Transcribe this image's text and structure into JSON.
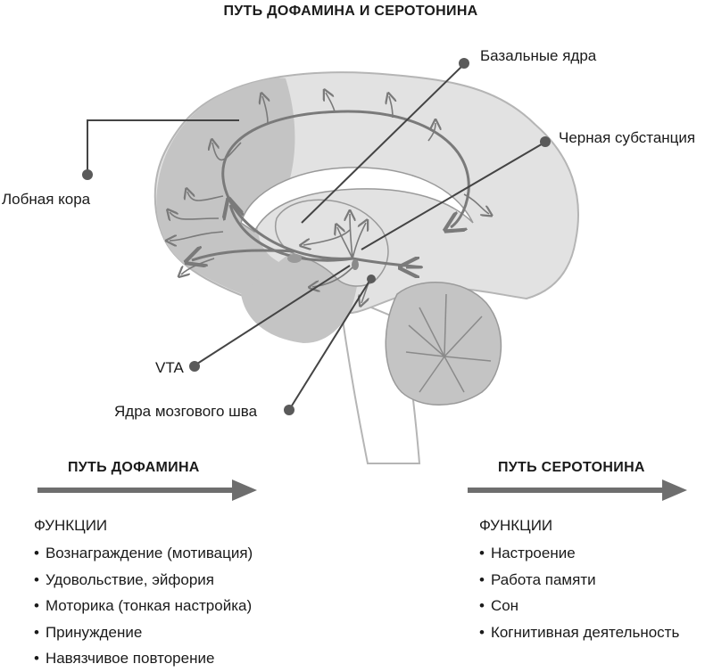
{
  "title": "ПУТЬ ДОФАМИНА И СЕРОТОНИНА",
  "labels": {
    "frontal_cortex": "Лобная кора",
    "basal_ganglia": "Базальные ядра",
    "substantia_nigra": "Черная субстанция",
    "vta": "VTA",
    "raphe_nuclei": "Ядра мозгового шва"
  },
  "dopamine": {
    "title": "ПУТЬ ДОФАМИНА",
    "functions_heading": "ФУНКЦИИ",
    "functions": [
      "Вознаграждение (мотивация)",
      "Удовольствие, эйфория",
      "Моторика (тонкая настройка)",
      "Принуждение",
      "Навязчивое повторение"
    ]
  },
  "serotonin": {
    "title": "ПУТЬ СЕРОТОНИНА",
    "functions_heading": "ФУНКЦИИ",
    "functions": [
      "Настроение",
      "Работа памяти",
      "Сон",
      "Когнитивная деятельность"
    ]
  },
  "colors": {
    "dopamine_region": "#c4c4c4",
    "serotonin_region": "#e2e2e2",
    "pathway_line": "#7a7a7a",
    "leader_line": "#444444",
    "marker": "#5a5a5a"
  }
}
